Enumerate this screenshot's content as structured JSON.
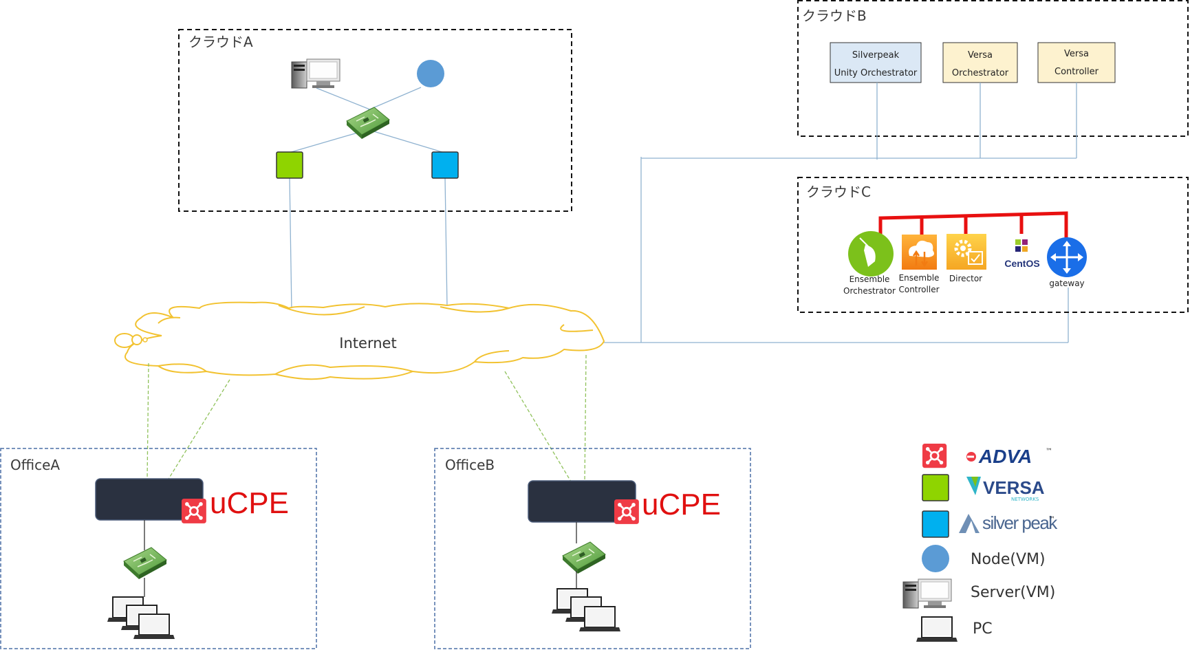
{
  "cloud_a": {
    "title": "クラウドA"
  },
  "cloud_b": {
    "title": "クラウドB",
    "components": [
      {
        "line1": "Silverpeak",
        "line2": "Unity Orchestrator"
      },
      {
        "line1": "Versa",
        "line2": "Orchestrator"
      },
      {
        "line1": "Versa",
        "line2": "Controller"
      }
    ]
  },
  "cloud_c": {
    "title": "クラウドC",
    "components": [
      {
        "line1": "Ensemble",
        "line2": "Orchestrator"
      },
      {
        "line1": "Ensemble",
        "line2": "Controller"
      },
      {
        "line1": "Director",
        "line2": ""
      },
      {
        "line1": "CentOS",
        "line2": ""
      },
      {
        "line1": "gateway",
        "line2": ""
      }
    ]
  },
  "internet": {
    "label": "Internet"
  },
  "office_a": {
    "title": "OfficeA",
    "device_label": "uCPE"
  },
  "office_b": {
    "title": "OfficeB",
    "device_label": "uCPE"
  },
  "legend": {
    "adva": "ADVA",
    "adva_tm": "™",
    "versa": "VERSA",
    "versa_sub": "NETWORKS",
    "silverpeak": "silver peak",
    "silverpeak_tm": "™",
    "node": "Node(VM)",
    "server": "Server(VM)",
    "pc": "PC"
  },
  "colors": {
    "versa_green": "#8fd400",
    "silverpeak_blue": "#00b0ef",
    "node_blue": "#5b9bd5",
    "adva_red": "#ef3b45",
    "link_blue": "#8fb2d0",
    "cloud_outline": "#f2c230",
    "office_border": "#4a6fa5",
    "ucpe_text": "#e01010",
    "bus_red": "#e81010"
  }
}
